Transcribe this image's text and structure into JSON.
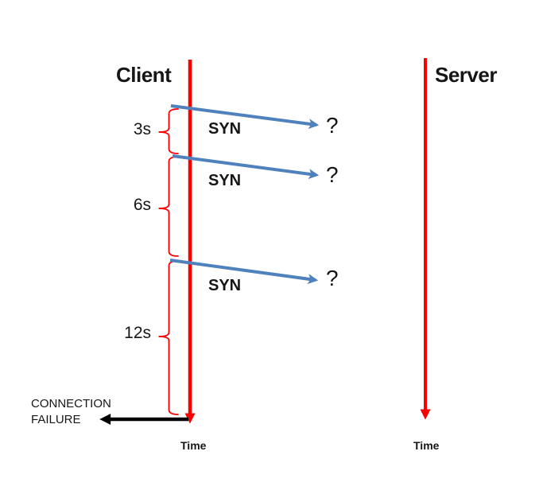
{
  "actors": {
    "client": {
      "label": "Client",
      "time_axis_label": "Time"
    },
    "server": {
      "label": "Server",
      "time_axis_label": "Time"
    }
  },
  "messages": [
    {
      "label": "SYN",
      "outcome": "?"
    },
    {
      "label": "SYN",
      "outcome": "?"
    },
    {
      "label": "SYN",
      "outcome": "?"
    }
  ],
  "timeouts": [
    {
      "label": "3s"
    },
    {
      "label": "6s"
    },
    {
      "label": "12s"
    }
  ],
  "failure": {
    "line1": "CONNECTION",
    "line2": "FAILURE"
  },
  "colors": {
    "timeline": "#fa0000",
    "message": "#4f81bd",
    "failure": "#000000"
  }
}
